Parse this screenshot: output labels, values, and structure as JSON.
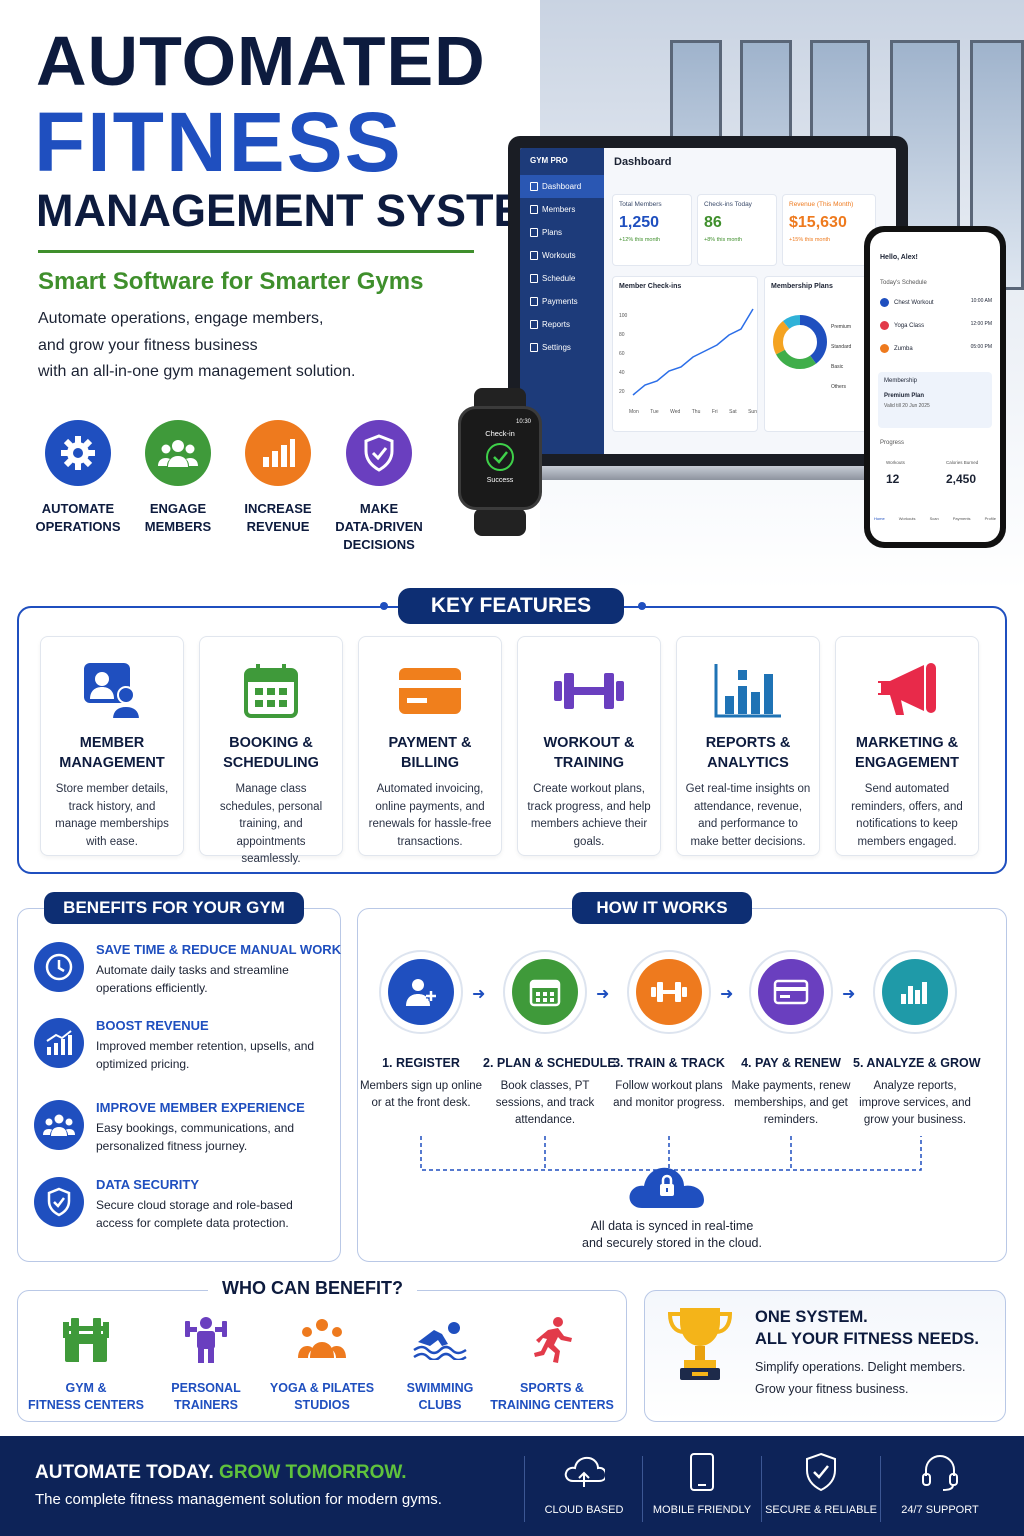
{
  "hero": {
    "title_line1": "AUTOMATED",
    "title_line2": "FITNESS",
    "title_line3": "MANAGEMENT SYSTEM",
    "subtitle": "Smart Software for Smarter Gyms",
    "description_lines": [
      "Automate operations, engage members,",
      "and grow your fitness business",
      "with an all-in-one gym management solution."
    ],
    "goals": [
      {
        "line1": "AUTOMATE",
        "line2": "OPERATIONS",
        "line3": "",
        "color": "#1f4fbf",
        "icon": "gear-icon"
      },
      {
        "line1": "ENGAGE",
        "line2": "MEMBERS",
        "line3": "",
        "color": "#3f9a3a",
        "icon": "group-icon"
      },
      {
        "line1": "INCREASE",
        "line2": "REVENUE",
        "line3": "",
        "color": "#ee7a1e",
        "icon": "bar-chart-icon"
      },
      {
        "line1": "MAKE",
        "line2": "DATA-DRIVEN",
        "line3": "DECISIONS",
        "color": "#6a3fbf",
        "icon": "shield-check-icon"
      }
    ]
  },
  "laptop": {
    "brand": "GYM PRO",
    "nav": [
      "Dashboard",
      "Members",
      "Plans",
      "Workouts",
      "Schedule",
      "Payments",
      "Reports",
      "Settings"
    ],
    "heading": "Dashboard",
    "kpis": [
      {
        "label": "Total Members",
        "value": "1,250",
        "delta": "+12% this month",
        "color": "#1f4fbf"
      },
      {
        "label": "Check-ins Today",
        "value": "86",
        "delta": "+8% this month",
        "color": "#3f8f2c"
      },
      {
        "label": "Revenue (This Month)",
        "value": "$15,630",
        "delta": "+15% this month",
        "color": "#ee7a1e"
      }
    ],
    "checkins_title": "Member Check-ins",
    "checkins_yticks": [
      "100",
      "80",
      "60",
      "40",
      "20"
    ],
    "checkins_days": [
      "Mon",
      "Tue",
      "Wed",
      "Thu",
      "Fri",
      "Sat",
      "Sun"
    ],
    "plans_title": "Membership Plans",
    "plans_legend": [
      "Premium",
      "Standard",
      "Basic",
      "Others"
    ]
  },
  "watch": {
    "time": "10:30",
    "label": "Check-in",
    "status": "Success"
  },
  "phone": {
    "greeting": "Hello, Alex!",
    "schedule_title": "Today's Schedule",
    "schedule": [
      {
        "name": "Chest Workout",
        "time": "10:00 AM"
      },
      {
        "name": "Yoga Class",
        "time": "12:00 PM"
      },
      {
        "name": "Zumba",
        "time": "05:00 PM"
      }
    ],
    "membership_title": "Membership",
    "membership_plan": "Premium Plan",
    "membership_valid": "Valid till 20 Jun 2025",
    "progress_title": "Progress",
    "workouts_label": "Workouts",
    "workouts_value": "12",
    "calories_label": "Calories Burned",
    "calories_value": "2,450",
    "tabs": [
      "Home",
      "Workouts",
      "Scan",
      "Payments",
      "Profile"
    ]
  },
  "features": {
    "heading": "KEY FEATURES",
    "items": [
      {
        "t1": "MEMBER",
        "t2": "MANAGEMENT",
        "desc": "Store member details, track history, and manage memberships with ease.",
        "icon": "member-icon"
      },
      {
        "t1": "BOOKING &",
        "t2": "SCHEDULING",
        "desc": "Manage class schedules, personal training, and appointments seamlessly.",
        "icon": "calendar-icon"
      },
      {
        "t1": "PAYMENT &",
        "t2": "BILLING",
        "desc": "Automated invoicing, online payments, and renewals for hassle-free transactions.",
        "icon": "credit-card-icon"
      },
      {
        "t1": "WORKOUT &",
        "t2": "TRAINING",
        "desc": "Create workout plans, track progress, and help members achieve their goals.",
        "icon": "dumbbell-icon"
      },
      {
        "t1": "REPORTS &",
        "t2": "ANALYTICS",
        "desc": "Get real-time insights on attendance, revenue, and performance to make better decisions.",
        "icon": "analytics-icon"
      },
      {
        "t1": "MARKETING &",
        "t2": "ENGAGEMENT",
        "desc": "Send automated reminders, offers, and notifications to keep members engaged.",
        "icon": "megaphone-icon"
      }
    ]
  },
  "benefits": {
    "heading": "BENEFITS FOR YOUR GYM",
    "items": [
      {
        "title": "SAVE TIME & REDUCE MANUAL WORK",
        "desc": "Automate daily tasks and streamline operations efficiently.",
        "icon": "clock-icon"
      },
      {
        "title": "BOOST REVENUE",
        "desc": "Improved member retention, upsells, and optimized pricing.",
        "icon": "growth-chart-icon"
      },
      {
        "title": "IMPROVE MEMBER EXPERIENCE",
        "desc": "Easy bookings, communications, and personalized fitness journey.",
        "icon": "people-icon"
      },
      {
        "title": "DATA SECURITY",
        "desc": "Secure cloud storage and role-based access for complete data protection.",
        "icon": "shield-icon"
      }
    ]
  },
  "how": {
    "heading": "HOW IT WORKS",
    "steps": [
      {
        "title": "1. REGISTER",
        "desc": "Members sign up online or at the front desk.",
        "color": "#1f4fbf",
        "icon": "add-user-icon"
      },
      {
        "title": "2. PLAN & SCHEDULE",
        "desc": "Book classes, PT sessions, and track attendance.",
        "color": "#3f9a3a",
        "icon": "calendar-icon"
      },
      {
        "title": "3. TRAIN & TRACK",
        "desc": "Follow workout plans and monitor progress.",
        "color": "#ee7a1e",
        "icon": "dumbbell-icon"
      },
      {
        "title": "4. PAY & RENEW",
        "desc": "Make payments, renew memberships, and get reminders.",
        "color": "#6a3fbf",
        "icon": "card-icon"
      },
      {
        "title": "5. ANALYZE & GROW",
        "desc": "Analyze reports, improve services, and grow your business.",
        "color": "#1f9aa8",
        "icon": "bar-chart-icon"
      }
    ],
    "cloud_line1": "All data is synced in real-time",
    "cloud_line2": "and securely stored in the cloud."
  },
  "who": {
    "heading": "WHO CAN BENEFIT?",
    "items": [
      {
        "l1": "GYM &",
        "l2": "FITNESS CENTERS",
        "icon": "gym-icon",
        "color": "#3f9a3a"
      },
      {
        "l1": "PERSONAL",
        "l2": "TRAINERS",
        "icon": "trainer-icon",
        "color": "#6a3fbf"
      },
      {
        "l1": "YOGA & PILATES",
        "l2": "STUDIOS",
        "icon": "yoga-icon",
        "color": "#ee7a1e"
      },
      {
        "l1": "SWIMMING",
        "l2": "CLUBS",
        "icon": "swimmer-icon",
        "color": "#1f4fbf"
      },
      {
        "l1": "SPORTS &",
        "l2": "TRAINING CENTERS",
        "icon": "runner-icon",
        "color": "#e23b4a"
      }
    ]
  },
  "one_system": {
    "line1": "ONE SYSTEM.",
    "line2": "ALL YOUR FITNESS NEEDS.",
    "desc1": "Simplify operations. Delight members.",
    "desc2": "Grow your fitness business."
  },
  "footer": {
    "tag_a": "AUTOMATE TODAY.",
    "tag_b": "GROW TOMORROW.",
    "sub": "The complete fitness management solution for modern gyms.",
    "items": [
      {
        "label": "CLOUD BASED",
        "icon": "cloud-icon"
      },
      {
        "label": "MOBILE FRIENDLY",
        "icon": "mobile-icon"
      },
      {
        "label": "SECURE & RELIABLE",
        "icon": "secure-shield-icon"
      },
      {
        "label": "24/7 SUPPORT",
        "icon": "headset-icon"
      }
    ]
  }
}
